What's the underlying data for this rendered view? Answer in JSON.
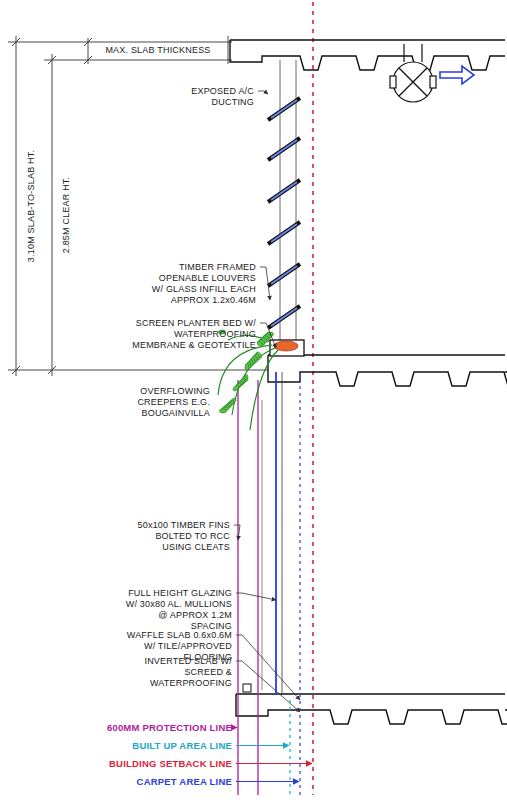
{
  "diagram": {
    "labels": [
      "MAX. SLAB THICKNESS",
      "3.10M SLAB-TO-SLAB HT.",
      "2.85M CLEAR HT.",
      "EXPOSED A/C DUCTING",
      "TIMBER FRAMED OPENABLE LOUVERS W/ GLASS INFILL EACH APPROX 1.2x0.46M",
      "SCREEN PLANTER BED W/ WATERPROOFING MEMBRANE & GEOTEXTILE",
      "OVERFLOWING CREEPERS E.G. BOUGAINVILLA",
      "50x100 TIMBER FINS BOLTED TO RCC USING CLEATS",
      "FULL HEIGHT GLAZING W/ 30x80 AL. MULLIONS @ APPROX 1.2M SPACING",
      "WAFFLE SLAB 0.6x0.6M W/ TILE/APPROVED FLOORING",
      "INVERTED SLAB W/ SCREED & WATERPROOFING",
      "600MM PROTECTION LINE",
      "BUILT UP AREA LINE",
      "BUILDING SETBACK LINE",
      "CARPET AREA LINE"
    ]
  }
}
